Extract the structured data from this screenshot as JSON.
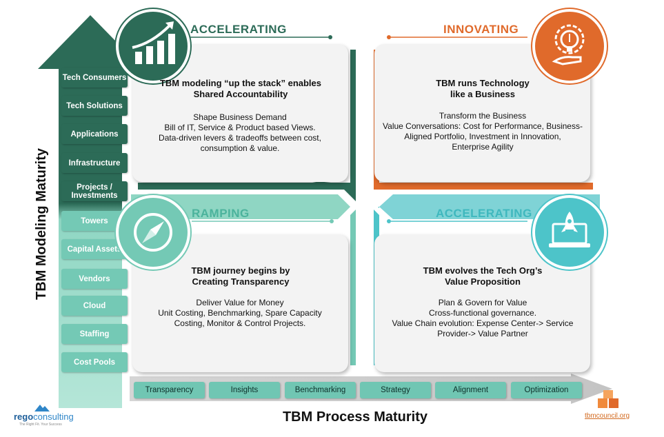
{
  "y_axis": {
    "title": "TBM Modeling Maturity"
  },
  "x_axis": {
    "title": "TBM Process Maturity"
  },
  "modeling_levels": [
    {
      "label": "Tech Consumers",
      "tone": "dark"
    },
    {
      "label": "Tech Solutions",
      "tone": "dark"
    },
    {
      "label": "Applications",
      "tone": "dark"
    },
    {
      "label": "Infrastructure",
      "tone": "dark"
    },
    {
      "label": "Projects / Investments",
      "tone": "dark"
    },
    {
      "label": "Towers",
      "tone": "light"
    },
    {
      "label": "Capital Assets",
      "tone": "light"
    },
    {
      "label": "Vendors",
      "tone": "light"
    },
    {
      "label": "Cloud",
      "tone": "light"
    },
    {
      "label": "Staffing",
      "tone": "light"
    },
    {
      "label": "Cost Pools",
      "tone": "light"
    }
  ],
  "process_stages": [
    "Transparency",
    "Insights",
    "Benchmarking",
    "Strategy",
    "Alignment",
    "Optimization"
  ],
  "quadrants": {
    "top_left": {
      "label": "ACCELERATING",
      "icon": "growth-chart-icon",
      "color": "#2c6b57",
      "heading": [
        "TBM modeling “up the stack” enables",
        "Shared Accountability"
      ],
      "body": [
        "Shape Business Demand",
        "Bill of IT, Service & Product based Views.",
        "Data-driven levers & tradeoffs between cost,",
        "consumption & value."
      ]
    },
    "top_right": {
      "label": "INNOVATING",
      "icon": "lightbulb-gear-icon",
      "color": "#e06a2b",
      "heading": [
        "TBM runs Technology",
        "like a Business"
      ],
      "body": [
        "Transform the Business",
        "Value Conversations: Cost for Performance, Business-",
        "Aligned Portfolio, Investment in Innovation,",
        "Enterprise Agility"
      ]
    },
    "bottom_left": {
      "label": "RAMPING",
      "icon": "compass-icon",
      "color": "#74c9b5",
      "heading": [
        "TBM journey begins by",
        "Creating Transparency"
      ],
      "body": [
        "Deliver Value for Money",
        "Unit Costing, Benchmarking, Spare Capacity",
        "Costing, Monitor & Control Projects."
      ]
    },
    "bottom_right": {
      "label": "ACCELERATING",
      "icon": "rocket-laptop-icon",
      "color": "#4dc4c9",
      "heading": [
        "TBM evolves the Tech Org’s",
        "Value Proposition"
      ],
      "body": [
        "Plan & Govern for Value",
        "Cross-functional governance.",
        "Value Chain evolution: Expense Center-> Service",
        "Provider-> Value Partner"
      ]
    }
  },
  "brands": {
    "left": {
      "name_part1": "rego",
      "name_part2": "consulting",
      "tagline": "The Right Fit. Your Success"
    },
    "right": {
      "name": "tbmcouncil.org"
    }
  },
  "colors": {
    "dark_green": "#2c6b57",
    "light_green": "#74c9b5",
    "orange": "#e06a2b",
    "teal": "#4dc4c9"
  }
}
